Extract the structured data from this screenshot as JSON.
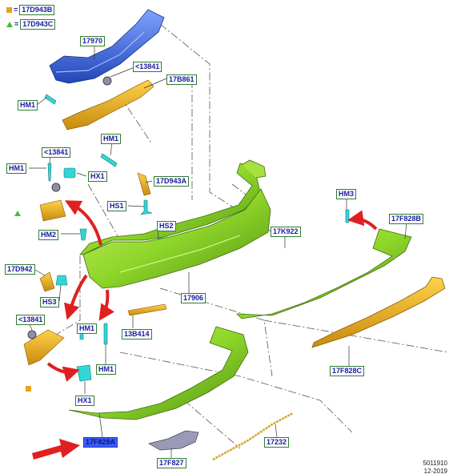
{
  "legend": {
    "square_code": "17D943B",
    "triangle_code": "17D943C",
    "equals": "="
  },
  "labels": {
    "l17970": "17970",
    "l13841_top": "<13841",
    "l17B861": "17B861",
    "hm1_a": "HM1",
    "hm1_b": "HM1",
    "hm1_c": "HM1",
    "hm1_d": "HM1",
    "hm1_e": "HM1",
    "l13841_mid": "<13841",
    "hx1_a": "HX1",
    "l17D943A": "17D943A",
    "hs1": "HS1",
    "hs2": "HS2",
    "hm2": "HM2",
    "l17D942": "17D942",
    "hs3": "HS3",
    "l13841_low": "<13841",
    "l13B414": "13B414",
    "l17906": "17906",
    "l17K922": "17K922",
    "hm3": "HM3",
    "l17F828B": "17F828B",
    "l17F828C": "17F828C",
    "hx1_b": "HX1",
    "l17F828A": "17F828A",
    "l17F827": "17F827",
    "l17232": "17232"
  },
  "footer": {
    "code": "5011910",
    "date": "12-2019"
  },
  "colors": {
    "bumper_green": "#8fd62a",
    "beam_blue": "#3f6fe0",
    "absorber_orange": "#e0a520",
    "clip_cyan": "#33d6d6",
    "arrow_red": "#e02020",
    "label_text": "#1a1aa0",
    "label_border": "#2f7d32",
    "highlight_label": "#3b5bff"
  },
  "icons": [
    "square-marker-icon",
    "triangle-marker-icon",
    "red-arrow-icon"
  ]
}
